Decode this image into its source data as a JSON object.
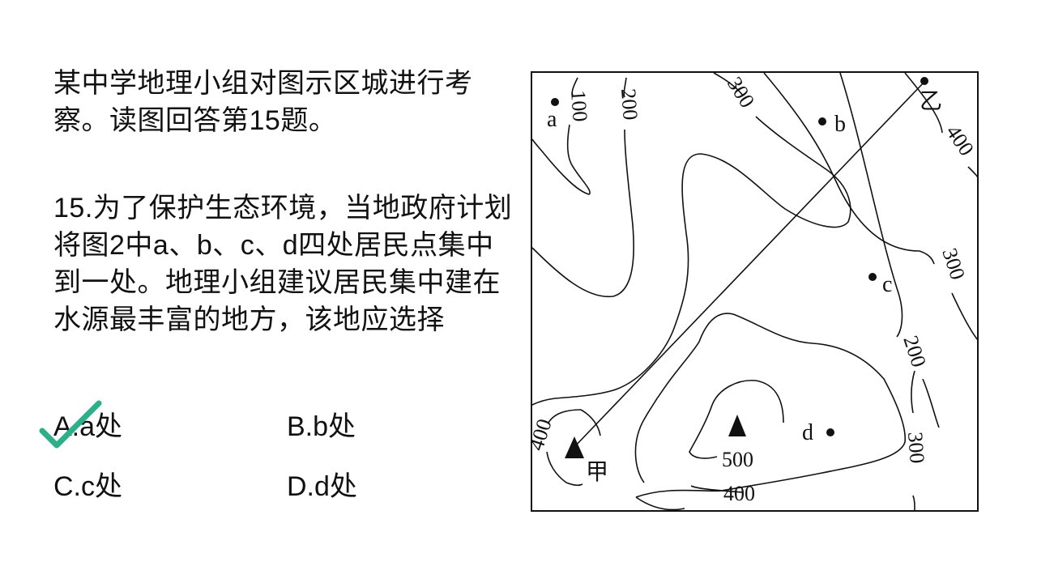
{
  "intro_text": "某中学地理小组对图示区城进行考察。读图回答第15题。",
  "question_text": "15.为了保护生态环境，当地政府计划将图2中a、b、c、d四处居民点集中到一处。地理小组建议居民集中建在水源最丰富的地方，该地应选择",
  "options": [
    {
      "label": "A.a处",
      "selected": true
    },
    {
      "label": "B.b处",
      "selected": false
    },
    {
      "label": "C.c处",
      "selected": false
    },
    {
      "label": "D.d处",
      "selected": false
    }
  ],
  "check_color": "#2bb18a",
  "map": {
    "contour_labels": {
      "c100": "100",
      "c200_top": "200",
      "c300_top": "300",
      "c400_right": "400",
      "c300_right": "300",
      "c200_right": "200",
      "c300_bottom": "300",
      "c400_left": "400",
      "c500": "500",
      "c400_bottom": "400"
    },
    "points": {
      "a": "a",
      "b": "b",
      "c": "c",
      "d": "d"
    },
    "peaks": {
      "jia": "甲",
      "yi": "乙"
    }
  }
}
